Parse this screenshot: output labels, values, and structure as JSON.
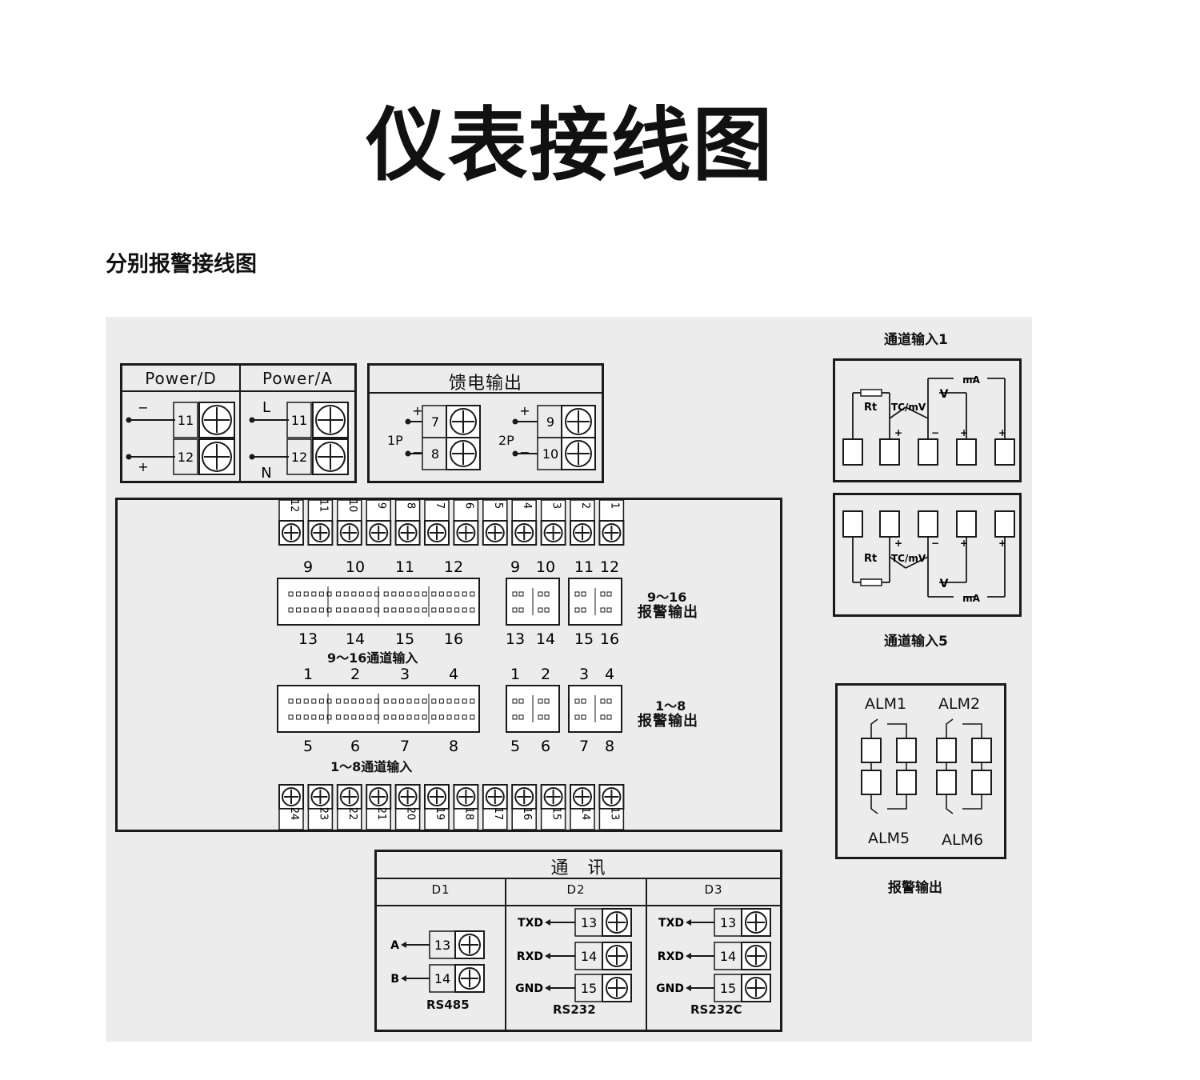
{
  "title": "仪表接线图",
  "subtitle": "分别报警接线图",
  "power": {
    "d_label": "Power/D",
    "a_label": "Power/A",
    "d_terms": [
      {
        "num": "11",
        "sign": "−"
      },
      {
        "num": "12",
        "sign": "+"
      }
    ],
    "a_terms": [
      {
        "num": "11",
        "sign": "L"
      },
      {
        "num": "12",
        "sign": "N"
      }
    ]
  },
  "feed": {
    "title": "馈电输出",
    "p1": "1P",
    "p2": "2P",
    "p1_terms": [
      {
        "num": "7",
        "sign": "+"
      },
      {
        "num": "8",
        "sign": "−"
      }
    ],
    "p2_terms": [
      {
        "num": "9",
        "sign": "+"
      },
      {
        "num": "10",
        "sign": "−"
      }
    ]
  },
  "main": {
    "top_terms": [
      "12",
      "11",
      "10",
      "9",
      "8",
      "7",
      "6",
      "5",
      "4",
      "3",
      "2",
      "1"
    ],
    "bottom_terms": [
      "24",
      "23",
      "22",
      "21",
      "20",
      "19",
      "18",
      "17",
      "16",
      "15",
      "14",
      "13"
    ],
    "upper_in_top": [
      "9",
      "10",
      "11",
      "12"
    ],
    "upper_in_bottom": [
      "13",
      "14",
      "15",
      "16"
    ],
    "upper_in_caption": "9～16通道输入",
    "lower_in_top": [
      "1",
      "2",
      "3",
      "4"
    ],
    "lower_in_bottom": [
      "5",
      "6",
      "7",
      "8"
    ],
    "lower_in_caption": "1～8通道输入",
    "upper_alarm_top": [
      "9",
      "10",
      "11",
      "12"
    ],
    "upper_alarm_bottom": [
      "13",
      "14",
      "15",
      "16"
    ],
    "upper_alarm_range": "9～16",
    "upper_alarm_label": "报警输出",
    "lower_alarm_top": [
      "1",
      "2",
      "3",
      "4"
    ],
    "lower_alarm_bottom": [
      "5",
      "6",
      "7",
      "8"
    ],
    "lower_alarm_range": "1～8",
    "lower_alarm_label": "报警输出"
  },
  "comm": {
    "title": "通　讯",
    "d1": {
      "label": "D1",
      "protocol": "RS485",
      "rows": [
        {
          "sig": "A",
          "num": "13"
        },
        {
          "sig": "B",
          "num": "14"
        }
      ]
    },
    "d2": {
      "label": "D2",
      "protocol": "RS232",
      "rows": [
        {
          "sig": "TXD",
          "num": "13"
        },
        {
          "sig": "RXD",
          "num": "14"
        },
        {
          "sig": "GND",
          "num": "15"
        }
      ]
    },
    "d3": {
      "label": "D3",
      "protocol": "RS232C",
      "rows": [
        {
          "sig": "TXD",
          "num": "13"
        },
        {
          "sig": "RXD",
          "num": "14"
        },
        {
          "sig": "GND",
          "num": "15"
        }
      ]
    }
  },
  "channel": {
    "in1_caption": "通道输入1",
    "in5_caption": "通道输入5",
    "rt": "Rt",
    "tcmv": "TC/mV",
    "v": "V",
    "ma": "mA",
    "plus": "+",
    "minus": "−"
  },
  "alarm": {
    "alm1": "ALM1",
    "alm2": "ALM2",
    "alm5": "ALM5",
    "alm6": "ALM6",
    "caption": "报警输出"
  }
}
